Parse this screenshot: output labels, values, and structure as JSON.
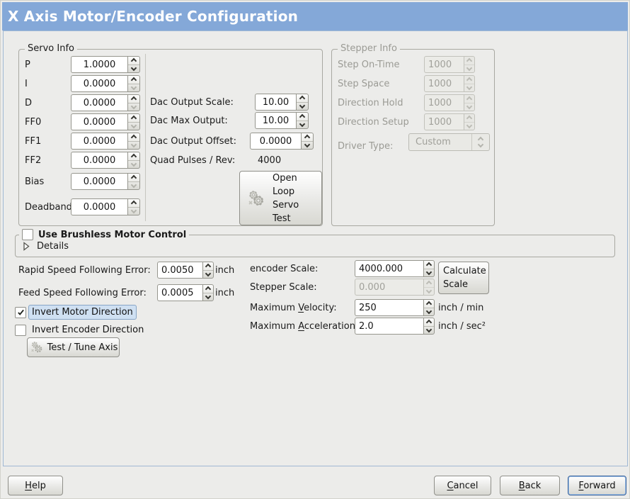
{
  "window": {
    "title": "X Axis Motor/Encoder Configuration"
  },
  "colors": {
    "titlebar": "#84a8d8",
    "window_bg": "#ececea",
    "content_border": "#a0b8d4",
    "focus_highlight_bg": "#cfe0f2",
    "focus_highlight_border": "#87a5c6"
  },
  "servo": {
    "title": "Servo Info",
    "rows": [
      {
        "label": "P",
        "value": "1.0000"
      },
      {
        "label": "I",
        "value": "0.0000"
      },
      {
        "label": "D",
        "value": "0.0000"
      },
      {
        "label": "FF0",
        "value": "0.0000"
      },
      {
        "label": "FF1",
        "value": "0.0000"
      },
      {
        "label": "FF2",
        "value": "0.0000"
      },
      {
        "label": "Bias",
        "value": "0.0000"
      },
      {
        "label": "Deadband",
        "value": "0.0000"
      }
    ]
  },
  "dac": {
    "rows": [
      {
        "label": "Dac Output Scale:",
        "value": "10.00"
      },
      {
        "label": "Dac Max Output:",
        "value": "10.00"
      },
      {
        "label": "Dac Output Offset:",
        "value": "0.0000"
      }
    ],
    "quad_label": "Quad Pulses / Rev:",
    "quad_value": "4000",
    "open_loop_button_lines": [
      "Open",
      "Loop",
      "Servo",
      "Test"
    ]
  },
  "stepper": {
    "title": "Stepper Info",
    "rows": [
      {
        "label": "Step On-Time",
        "value": "1000"
      },
      {
        "label": "Step Space",
        "value": "1000"
      },
      {
        "label": "Direction Hold",
        "value": "1000"
      },
      {
        "label": "Direction Setup",
        "value": "1000"
      }
    ],
    "driver_type_label": "Driver Type:",
    "driver_type_value": "Custom"
  },
  "brushless": {
    "label": "Use Brushless Motor Control",
    "checked": false,
    "details_label": "Details"
  },
  "following_error": {
    "rapid_label": "Rapid Speed Following Error:",
    "rapid_value": "0.0050",
    "rapid_unit": "inch",
    "feed_label": "Feed Speed Following Error:",
    "feed_value": "0.0005",
    "feed_unit": "inch"
  },
  "scales": {
    "encoder_label": "encoder Scale:",
    "encoder_value": "4000.000",
    "stepper_label": "Stepper Scale:",
    "stepper_value": "0.000",
    "calculate_lines": [
      "Calculate",
      "Scale"
    ],
    "velocity_label": {
      "pre": "Maximum ",
      "key": "V",
      "post": "elocity:"
    },
    "velocity_value": "250",
    "velocity_unit": "inch / min",
    "accel_label": {
      "pre": "Maximum ",
      "key": "A",
      "post": "cceleration:"
    },
    "accel_value": "2.0",
    "accel_unit": "inch / sec²"
  },
  "inverts": {
    "motor_label": "Invert Motor Direction",
    "motor_checked": true,
    "encoder_label": "Invert Encoder Direction",
    "encoder_checked": false
  },
  "test_tune_label": "Test / Tune Axis",
  "buttons": {
    "help": {
      "key": "H",
      "post": "elp"
    },
    "cancel": {
      "key": "C",
      "post": "ancel"
    },
    "back": {
      "key": "B",
      "post": "ack"
    },
    "forward": {
      "key": "F",
      "post": "orward"
    }
  }
}
